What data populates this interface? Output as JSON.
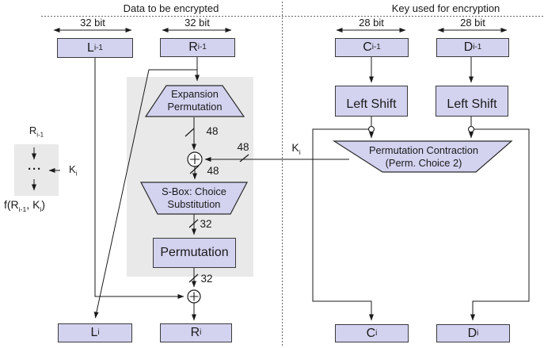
{
  "header": {
    "left_title": "Data to be encrypted",
    "right_title": "Key used for encryption"
  },
  "bus_widths": {
    "l_prev": "32 bit",
    "r_prev": "32 bit",
    "c_prev": "28 bit",
    "d_prev": "28 bit"
  },
  "registers": {
    "l_prev": {
      "main": "L",
      "sub": "i-1"
    },
    "r_prev": {
      "main": "R",
      "sub": "i-1"
    },
    "c_prev": {
      "main": "C",
      "sub": "i-1"
    },
    "d_prev": {
      "main": "D",
      "sub": "i-1"
    },
    "l_i": {
      "main": "L",
      "sub": "i"
    },
    "r_i": {
      "main": "R",
      "sub": "i"
    },
    "c_i": {
      "main": "C",
      "sub": "i"
    },
    "d_i": {
      "main": "D",
      "sub": "i"
    }
  },
  "blocks": {
    "expansion": {
      "line1": "Expansion",
      "line2": "Permutation"
    },
    "sbox": {
      "line1": "S-Box: Choice",
      "line2": "Substitution"
    },
    "permutation": {
      "label": "Permutation"
    },
    "left_shift_c": {
      "label": "Left Shift"
    },
    "left_shift_d": {
      "label": "Left Shift"
    },
    "perm_contraction": {
      "line1": "Permutation Contraction",
      "line2": "(Perm. Choice 2)"
    }
  },
  "wire_labels": {
    "expansion_out": "48",
    "subkey_width": "48",
    "xor_out": "48",
    "sbox_out": "32",
    "permutation_out": "32",
    "subkey": {
      "main": "K",
      "sub": "i"
    }
  },
  "legend": {
    "input": {
      "main": "R",
      "sub": "i-1"
    },
    "dots": "···",
    "key": {
      "main": "K",
      "sub": "i"
    },
    "output": {
      "p1": "f(R",
      "s1": "i-1",
      "p2": ", K",
      "s2": "i",
      "p3": ")"
    }
  },
  "colors": {
    "box_fill": "#d3d3f0",
    "box_border": "#3a3a3a",
    "panel_gray": "#e9e9e9",
    "line": "#1a1a1a"
  }
}
